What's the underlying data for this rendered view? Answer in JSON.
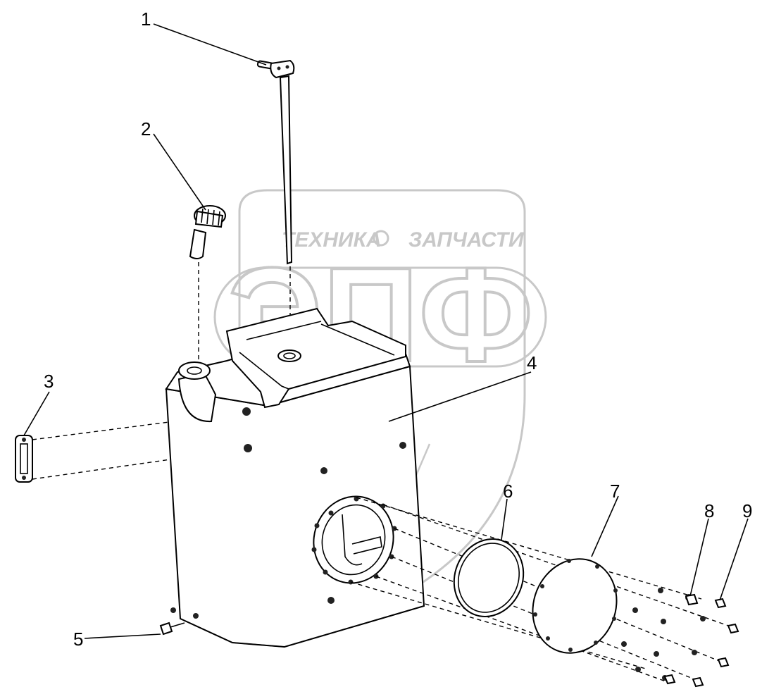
{
  "watermark": {
    "left_word": "ТЕХНИКА",
    "right_word": "ЗАПЧАСТИ",
    "monogram": "ЭПФ",
    "color": "#c8c8c8"
  },
  "callouts": [
    {
      "id": "1",
      "label": "1"
    },
    {
      "id": "2",
      "label": "2"
    },
    {
      "id": "3",
      "label": "3"
    },
    {
      "id": "4",
      "label": "4"
    },
    {
      "id": "5",
      "label": "5"
    },
    {
      "id": "6",
      "label": "6"
    },
    {
      "id": "7",
      "label": "7"
    },
    {
      "id": "8",
      "label": "8"
    },
    {
      "id": "9",
      "label": "9"
    }
  ],
  "colors": {
    "line": "#000000",
    "background": "#ffffff"
  }
}
